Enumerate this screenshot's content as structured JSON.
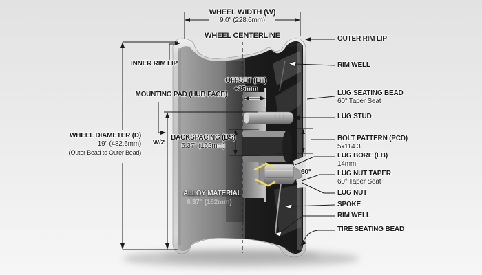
{
  "diagram": {
    "top": {
      "wheel_width_label": "WHEEL WIDTH (W)",
      "wheel_width_value": "9.0\" (228.6mm)",
      "centerline_label": "WHEEL CENTERLINE"
    },
    "left": {
      "inner_rim_lip": "INNER RIM LIP",
      "mounting_pad": "MOUNTING PAD (HUB FACE)",
      "wheel_diameter_label": "WHEEL DIAMETER (D)",
      "wheel_diameter_value": "19\" (482.6mm)",
      "wheel_diameter_note": "(Outer Bead to Outer Bead)",
      "half_width": "W/2",
      "backspacing_label": "BACKSPACING (BS)",
      "backspacing_value": "6.37\" (162mm)",
      "alloy_label": "ALLOY MATERIAL",
      "alloy_value": "6.37\" (162mm)",
      "offset_label": "OFFSET (ET)",
      "offset_value": "+35mm",
      "taper_angle": "60°"
    },
    "right": [
      {
        "label": "OUTER RIM LIP"
      },
      {
        "label": "RIM WELL"
      },
      {
        "label": "LUG SEATING BEAD",
        "sub": "60° Taper Seat"
      },
      {
        "label": "LUG STUD"
      },
      {
        "label": "BOLT PATTERN (PCD)",
        "sub": "5x114.3"
      },
      {
        "label": "LUG BORE (LB)",
        "sub": "14mm"
      },
      {
        "label": "LUG NUT TAPER",
        "sub": "60° Taper Seat"
      },
      {
        "label": "LUG NUT"
      },
      {
        "label": "SPOKE"
      },
      {
        "label": "RIM WELL"
      },
      {
        "label": "TIRE SEATING BEAD"
      }
    ],
    "colors": {
      "background": "#ebebeb",
      "label_text": "#1a1a1a",
      "leader_line": "#1a1a1a",
      "metal_light": "#d8d8d8",
      "metal_dark": "#1f1f1f",
      "taper_marker_yellow": "#f0de4e"
    }
  }
}
